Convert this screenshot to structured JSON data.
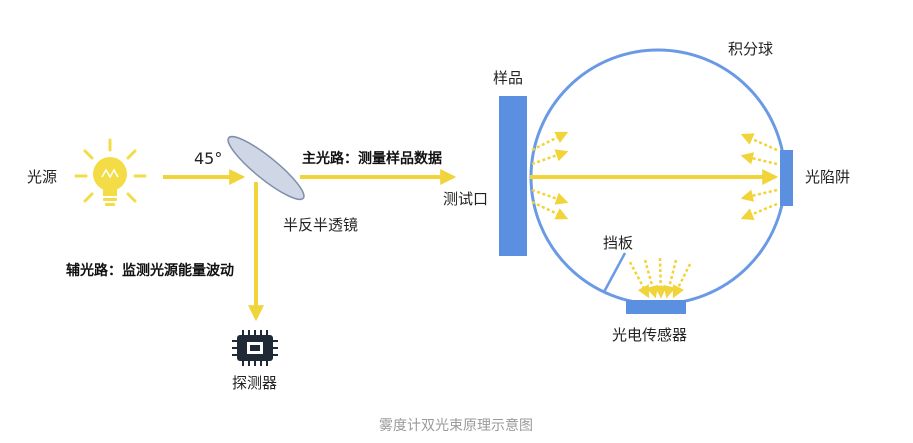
{
  "labels": {
    "light_source": "光源",
    "angle": "45°",
    "beam_splitter": "半反半透镜",
    "main_path": "主光路：测量样品数据",
    "aux_path": "辅光路：监测光源能量波动",
    "detector": "探测器",
    "sample": "样品",
    "test_port": "测试口",
    "integrating_sphere": "积分球",
    "light_trap": "光陷阱",
    "baffle": "挡板",
    "photo_sensor": "光电传感器"
  },
  "caption": "雾度计双光束原理示意图",
  "colors": {
    "beam": "#f0d43a",
    "blue": "#5b8fe0",
    "sphere": "#6a9ae6",
    "bulb": "#f3dc45",
    "chip": "#1f2a36"
  },
  "icons": {
    "bulb": "light-bulb-icon",
    "chip": "chip-icon"
  }
}
